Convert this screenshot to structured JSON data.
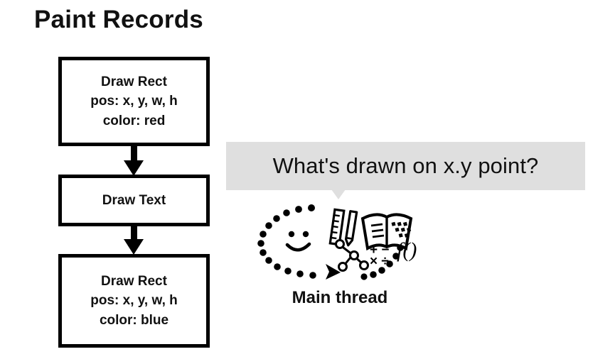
{
  "page": {
    "title": "Paint Records",
    "background_color": "#ffffff",
    "ink_color": "#000000"
  },
  "flow": {
    "boxes": [
      {
        "id": "draw-rect-red",
        "lines": [
          "Draw Rect",
          "pos: x, y, w, h",
          "color: red"
        ]
      },
      {
        "id": "draw-text",
        "lines": [
          "Draw Text"
        ]
      },
      {
        "id": "draw-rect-blue",
        "lines": [
          "Draw Rect",
          "pos: x, y, w, h",
          "color: blue"
        ]
      }
    ],
    "arrows": [
      {
        "id": "arrow-1",
        "direction": "down"
      },
      {
        "id": "arrow-2",
        "direction": "down"
      }
    ]
  },
  "callout": {
    "question": "What's drawn on x.y point?",
    "bubble_color": "#dfdfdf",
    "tail_direction": "down"
  },
  "illustration": {
    "caption": "Main thread",
    "elements": [
      "dotted-oval",
      "smiley-face",
      "ruler",
      "pencil",
      "open-book",
      "tree-diagram",
      "math-operators",
      "function-notation"
    ],
    "math_operators_row_1": "+ −",
    "math_operators_row_2": "× ÷",
    "function_notation": "f()"
  }
}
